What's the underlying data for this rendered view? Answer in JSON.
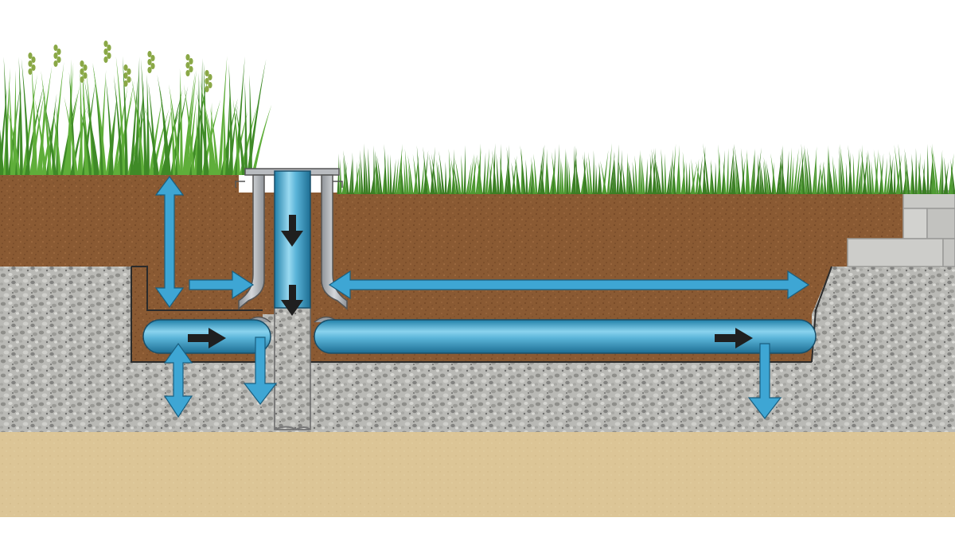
{
  "diagram": {
    "kind": "cross-section",
    "text_labels": [],
    "layers": [
      {
        "name": "grass",
        "color": "#4e9a32"
      },
      {
        "name": "topsoil",
        "color": "#8a5a33"
      },
      {
        "name": "gravel",
        "color": "#b7b7b3"
      },
      {
        "name": "subsoil-sand",
        "color": "#dcc596"
      },
      {
        "name": "retaining-wall-stone",
        "color": "#c9c9c6"
      }
    ],
    "components": [
      {
        "name": "vertical-drain-inlet",
        "color": "#5ab4d8"
      },
      {
        "name": "left-perforated-pipe",
        "color": "#5ab4d8"
      },
      {
        "name": "right-perforated-pipe",
        "color": "#5ab4d8"
      },
      {
        "name": "concrete-sleeve",
        "color": "#a9adb2"
      },
      {
        "name": "gravel-column",
        "color": "#a9a9a9"
      }
    ],
    "arrow_colors": {
      "water_flow": "#3ea6d4",
      "pipe_flow": "#1f1f1f"
    },
    "arrows": [
      {
        "name": "vertical-two-way-arrow-left",
        "color_role": "water_flow"
      },
      {
        "name": "right-arrow-into-inlet",
        "color_role": "water_flow"
      },
      {
        "name": "horizontal-two-way-arrow",
        "color_role": "water_flow"
      },
      {
        "name": "down-arrow-in-inlet-top",
        "color_role": "pipe_flow"
      },
      {
        "name": "down-arrow-in-inlet-bottom",
        "color_role": "pipe_flow"
      },
      {
        "name": "right-arrow-left-pipe",
        "color_role": "pipe_flow"
      },
      {
        "name": "right-arrow-right-pipe",
        "color_role": "pipe_flow"
      },
      {
        "name": "two-way-down-arrow-left-pipe",
        "color_role": "water_flow"
      },
      {
        "name": "down-arrow-left-pipe-end",
        "color_role": "water_flow"
      },
      {
        "name": "down-arrow-right-pipe-end",
        "color_role": "water_flow"
      }
    ]
  }
}
